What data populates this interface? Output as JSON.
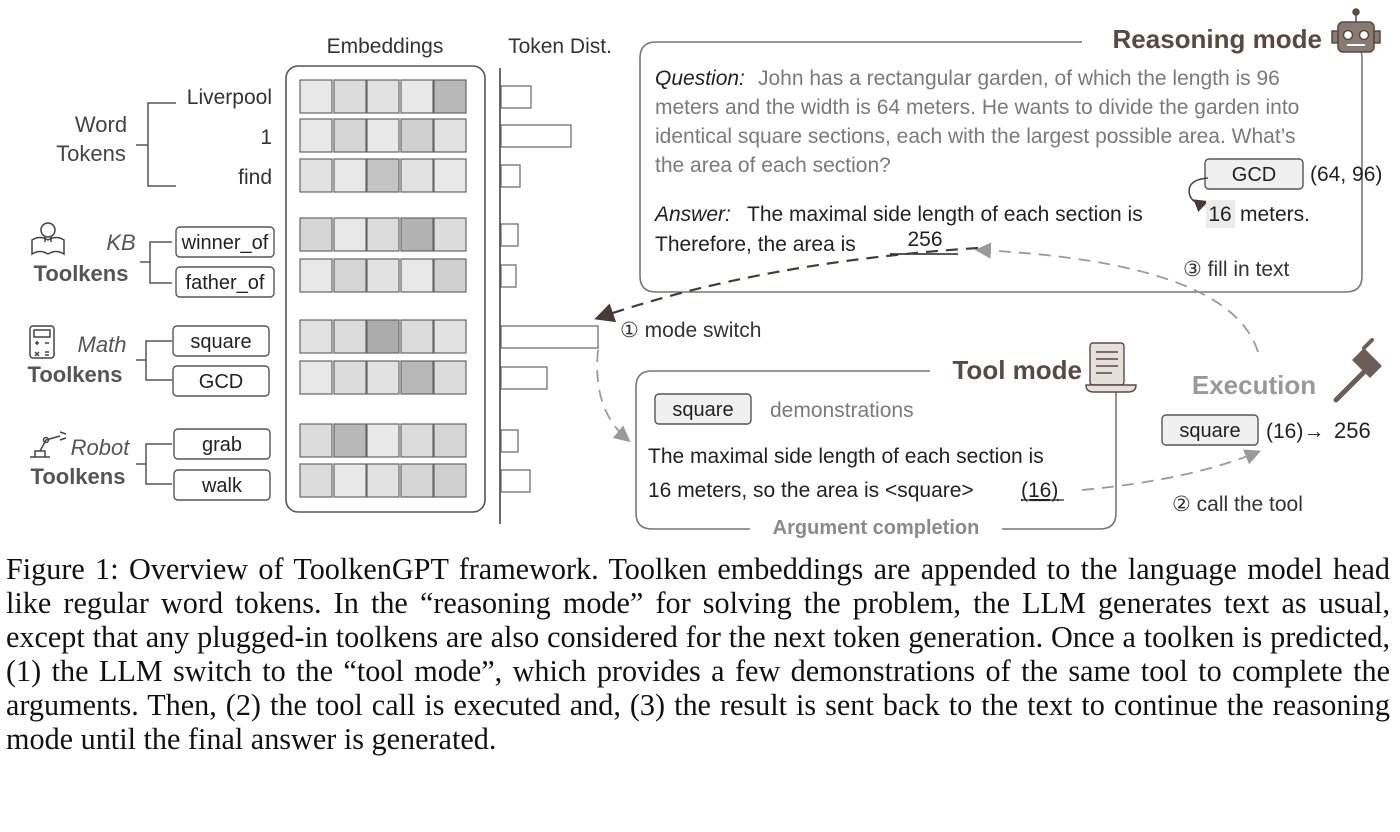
{
  "figure": {
    "embeddings_header": "Embeddings",
    "token_dist_header": "Token Dist.",
    "groups": {
      "word": {
        "label_line1": "Word",
        "label_line2": "Tokens",
        "icon": "none",
        "tokens": [
          "Liverpool",
          "1",
          "find"
        ]
      },
      "kb": {
        "label_line1": "KB",
        "label_line2": "Toolkens",
        "icon": "lightbulb-book-icon",
        "tokens": [
          "winner_of",
          "father_of"
        ]
      },
      "math": {
        "label_line1": "Math",
        "label_line2": "Toolkens",
        "icon": "calculator-icon",
        "tokens": [
          "square",
          "GCD"
        ]
      },
      "robot": {
        "label_line1": "Robot",
        "label_line2": "Toolkens",
        "icon": "robot-arm-icon",
        "tokens": [
          "grab",
          "walk"
        ]
      }
    },
    "embedding_rows": [
      [
        0.06,
        0.1,
        0.08,
        0.06,
        0.22
      ],
      [
        0.06,
        0.12,
        0.06,
        0.14,
        0.08
      ],
      [
        0.08,
        0.06,
        0.18,
        0.08,
        0.06
      ],
      [
        0.12,
        0.06,
        0.1,
        0.24,
        0.1
      ],
      [
        0.06,
        0.12,
        0.08,
        0.06,
        0.14
      ],
      [
        0.08,
        0.1,
        0.26,
        0.1,
        0.08
      ],
      [
        0.06,
        0.1,
        0.08,
        0.22,
        0.1
      ],
      [
        0.1,
        0.22,
        0.06,
        0.1,
        0.12
      ],
      [
        0.1,
        0.06,
        0.08,
        0.12,
        0.14
      ]
    ],
    "token_dist": [
      0.16,
      0.37,
      0.1,
      0.09,
      0.08,
      0.51,
      0.24,
      0.09,
      0.15
    ],
    "reasoning": {
      "title": "Reasoning mode",
      "icon": "robot-head-icon",
      "question_label": "Question:",
      "question_lines": [
        "John has a rectangular garden, of which the length is 96",
        "meters and the width is 64 meters. He wants to divide the garden into",
        "identical square sections, each with the largest possible area. What’s",
        "the area of each section?"
      ],
      "gcd_label": "GCD",
      "gcd_args": "(64, 96)",
      "answer_label": "Answer:",
      "answer_line1_pre": "The maximal side length of each section is",
      "answer_value": "16",
      "answer_line1_post": "meters.",
      "answer_line2": "Therefore, the area is",
      "answer_blank": "256"
    },
    "tool": {
      "title": "Tool mode",
      "icon": "scroll-icon",
      "square_label": "square",
      "demonstrations": "demonstrations",
      "line1": "The maximal side length of each section is",
      "line2_pre": "16 meters, so the area is <square>",
      "line2_arg": "(16)",
      "footer": "Argument completion"
    },
    "execution": {
      "title": "Execution",
      "icon": "hammer-icon",
      "square_label": "square",
      "call": "(16)→",
      "result": "256"
    },
    "steps": {
      "mode_switch": "① mode switch",
      "call_tool": "② call the tool",
      "fill_text": "③ fill in text"
    }
  },
  "caption": {
    "label": "Figure 1:",
    "text": "Overview of ToolkenGPT framework. Toolken embeddings are appended to the language model head like regular word tokens. In the “reasoning mode” for solving the problem, the LLM generates text as usual, except that any plugged-in toolkens are also considered for the next token generation. Once a toolken is predicted, (1) the LLM switch to the “tool mode”, which provides a few demonstrations of the same tool to complete the arguments. Then, (2) the tool call is executed and, (3) the result is sent back to the text to continue the reasoning mode until the final answer is generated."
  }
}
